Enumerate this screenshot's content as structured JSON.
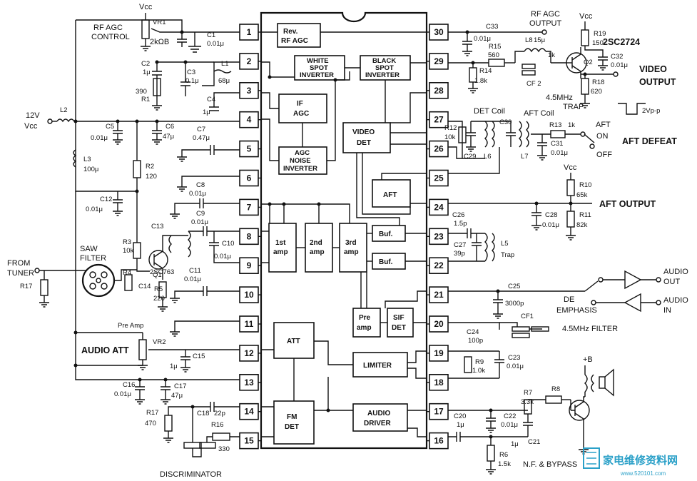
{
  "pins_left": [
    "1",
    "2",
    "3",
    "4",
    "5",
    "6",
    "7",
    "8",
    "9",
    "10",
    "11",
    "12",
    "13",
    "14",
    "15"
  ],
  "pins_right": [
    "30",
    "29",
    "28",
    "27",
    "26",
    "25",
    "24",
    "23",
    "22",
    "21",
    "20",
    "19",
    "18",
    "17",
    "16"
  ],
  "blocks": {
    "rev_rf_agc": [
      "Rev.",
      "RF AGC"
    ],
    "white_spot": [
      "WHITE",
      "SPOT",
      "INVERTER"
    ],
    "black_spot": [
      "BLACK",
      "SPOT",
      "INVERTER"
    ],
    "if_agc": [
      "IF",
      "AGC"
    ],
    "agc_noise": [
      "AGC",
      "NOISE",
      "INVERTER"
    ],
    "video_det": [
      "VIDEO",
      "DET"
    ],
    "aft": "AFT",
    "amp1": [
      "1st",
      "amp"
    ],
    "amp2": [
      "2nd",
      "amp"
    ],
    "amp3": [
      "3rd",
      "amp"
    ],
    "buf1": "Buf.",
    "buf2": "Buf.",
    "pre_amp": [
      "Pre",
      "amp"
    ],
    "sif_det": [
      "SIF",
      "DET"
    ],
    "att": "ATT",
    "limiter": "LIMITER",
    "fm_det": [
      "FM",
      "DET"
    ],
    "audio_driver": [
      "AUDIO",
      "DRIVER"
    ]
  },
  "labels": {
    "vcc_top": "Vcc",
    "rf_agc_control": [
      "RF AGC",
      "CONTROL"
    ],
    "vr1": "VR1",
    "vr1_val": "2kΩB",
    "c1": "C1",
    "c1_val": "0.01μ",
    "c2": "C2",
    "c2_val": "1μ",
    "r1": "R1",
    "r1_val": "390",
    "c3": "C3",
    "c3_val": "0.1μ",
    "l1": "L1",
    "l1_val": "68μ",
    "c4": "C4",
    "c4_val": "1μ",
    "supply": [
      "12V",
      "Vcc"
    ],
    "l2": "L2",
    "c5": "C5",
    "c5_val": "0.01μ",
    "c6": "C6",
    "c6_val": "47μ",
    "c7": "C7",
    "c7_val": "0.47μ",
    "l3": "L3",
    "l3_val": "100μ",
    "r2": "R2",
    "r2_val": "120",
    "c8": "C8",
    "c8_val": "0.01μ",
    "c12": "C12",
    "c12_val": "0.01μ",
    "c9": "C9",
    "c9_val": "0.01μ",
    "c13": "C13",
    "c10": "C10",
    "c10_val": "0.01μ",
    "r3": "R3",
    "r3_val": "10k",
    "saw_filter": [
      "SAW",
      "FILTER"
    ],
    "from_tuner": [
      "FROM",
      "TUNER"
    ],
    "r17a": "R17",
    "q1": "Q1",
    "q1_type": "2SC763",
    "r4": "R4",
    "r5": "R5",
    "r5_val": "220",
    "c14": "C14",
    "c11": "C11",
    "c11_val": "0.01μ",
    "pre_amp_note": "Pre Amp",
    "audio_att": "AUDIO ATT",
    "vr2": "VR2",
    "c15": "C15",
    "c15_val": "1μ",
    "c16": "C16",
    "c16_val": "0.01μ",
    "c17": "C17",
    "c17_val": "47μ",
    "r17b": "R17",
    "r17b_val": "470",
    "c18": "C18",
    "c18_val": "22p",
    "r16": "R16",
    "r16_val": "330",
    "discriminator": "DISCRIMINATOR",
    "rf_agc_output": [
      "RF AGC",
      "OUTPUT"
    ],
    "c33": "C33",
    "c33_val": "0.01μ",
    "r15": "R15",
    "r15_val": "560",
    "r14": "R14",
    "r14_val": "1.8k",
    "l8": "L8",
    "l8_val": "15μ",
    "val_1k_top": "1k",
    "cf2": "CF 2",
    "vcc_q2": "Vcc",
    "r19": "R19",
    "r19_val": "150",
    "q2_type": "2SC2724",
    "q2": "Q2",
    "c32": "C32",
    "c32_val": "0.01μ",
    "video_output": [
      "VIDEO",
      "OUTPUT"
    ],
    "r18": "R18",
    "r18_val": "620",
    "trap": [
      "4.5MHz",
      "TRAP"
    ],
    "vpp": "2Vp-p",
    "det_coil": "DET Coil",
    "aft_coil": "AFT Coil",
    "r12": "R12",
    "r12_val": "10k",
    "c29": "C29",
    "l6": "L6",
    "c30": "C30",
    "l7": "L7",
    "r13": "R13",
    "r13_val": "1k",
    "c31": "C31",
    "c31_val": "0.01μ",
    "aft": "AFT",
    "on": "ON",
    "off": "OFF",
    "aft_defeat": "AFT DEFEAT",
    "vcc_r10": "Vcc",
    "r10": "R10",
    "r10_val": "65k",
    "r11": "R11",
    "r11_val": "82k",
    "c28": "C28",
    "c28_val": "0.01μ",
    "aft_output": "AFT OUTPUT",
    "c26": "C26",
    "c26_val": "1.5p",
    "c27": "C27",
    "c27_val": "39p",
    "l5": "L5",
    "trap_l5": "Trap",
    "c25": "C25",
    "c25_val": "3000p",
    "de_emphasis": [
      "DE",
      "EMPHASIS"
    ],
    "audio_out": [
      "AUDIO",
      "OUT"
    ],
    "audio_in": [
      "AUDIO",
      "IN"
    ],
    "c24": "C24",
    "c24_val": "100p",
    "cf1": "CF1",
    "filter_45": "4.5MHz FILTER",
    "c23": "C23",
    "c23_val": "0.01μ",
    "r9": "R9",
    "r9_val": "1.0k",
    "plus_b": "+B",
    "r7": "R7",
    "r7_val": "3.3k",
    "r8": "R8",
    "c20": "C20",
    "c20_val": "1μ",
    "c22": "C22",
    "c22_val": "0.01μ",
    "r6": "R6",
    "r6_val": "1.5k",
    "c21": "C21",
    "c21_val": "1μ",
    "nf_bypass": "N.F. & BYPASS"
  },
  "watermark": {
    "main": "家电维修资料网",
    "url": "www.520101.com"
  }
}
